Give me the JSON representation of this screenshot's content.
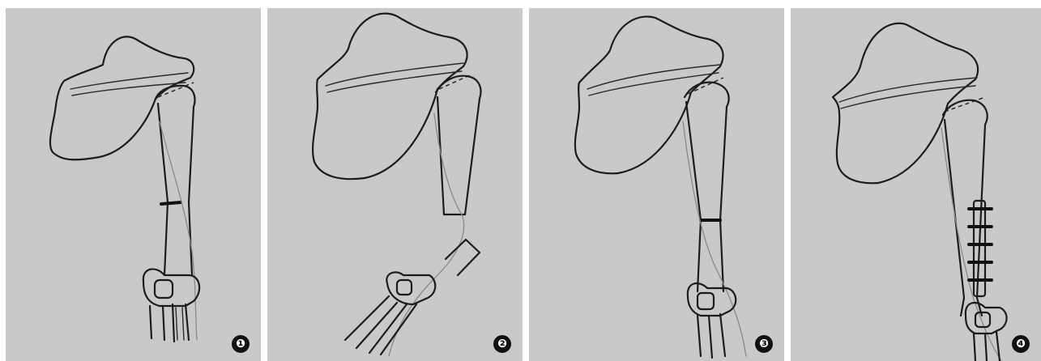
{
  "panels": [
    {
      "step_label": "❶"
    },
    {
      "step_label": "❷"
    },
    {
      "step_label": "❸"
    },
    {
      "step_label": "❹"
    }
  ]
}
